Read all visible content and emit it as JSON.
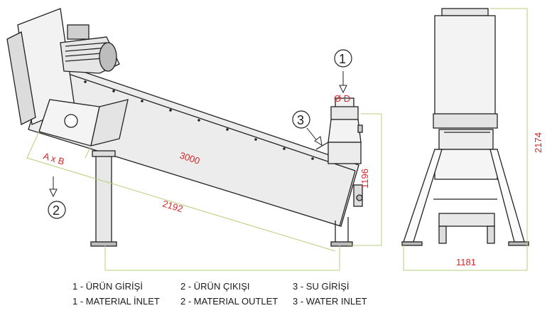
{
  "dimensions": {
    "d3000": "3000",
    "d2192": "2192",
    "d1196": "1196",
    "d2174": "2174",
    "d1181": "1181",
    "axb": "A x B",
    "od": "Ø D"
  },
  "callouts": {
    "c1": "1",
    "c2": "2",
    "c3": "3"
  },
  "legend": {
    "tr": [
      "1 - ÜRÜN GİRİŞİ",
      "2 - ÜRÜN ÇIKIŞI",
      "3 - SU GİRİŞİ"
    ],
    "en": [
      "1 - MATERIAL İNLET",
      "2 - MATERIAL OUTLET",
      "3 - WATER INLET"
    ]
  },
  "colors": {
    "dimension_red": "#d8262a",
    "dimension_line": "#b7cf7a",
    "outline": "#222222",
    "fill_gray": "#d9d9d9"
  }
}
